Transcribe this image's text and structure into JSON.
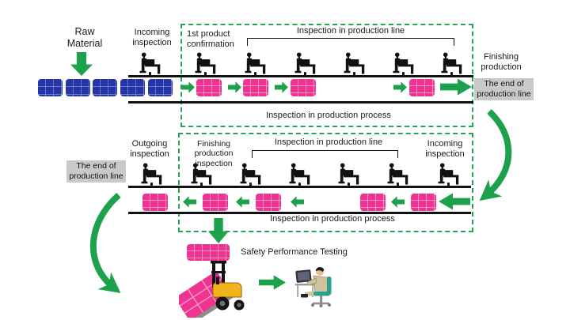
{
  "colors": {
    "green": "#1ea14d",
    "dash_green": "#27a355",
    "pink": "#ee3390",
    "blue": "#2735a2",
    "gray_box": "#c9c9c9",
    "line": "#111111"
  },
  "top": {
    "raw_material": "Raw Material",
    "incoming_inspection": "Incoming inspection",
    "first_product_confirmation": "1st product confirmation",
    "inspection_in_line": "Inspection in production line",
    "inspection_in_process": "Inspection in production process",
    "finishing_production": "Finishing production",
    "end_of_line": "The end of production line"
  },
  "bottom": {
    "outgoing_inspection": "Outgoing inspection",
    "finishing_production_inspection": "Finishing production inspection",
    "inspection_in_line": "Inspection in production line",
    "incoming_inspection": "Incoming inspection",
    "inspection_in_process": "Inspection in production process",
    "end_of_line": "The end of production line"
  },
  "footer": {
    "safety_testing": "Safety Performance Testing"
  }
}
